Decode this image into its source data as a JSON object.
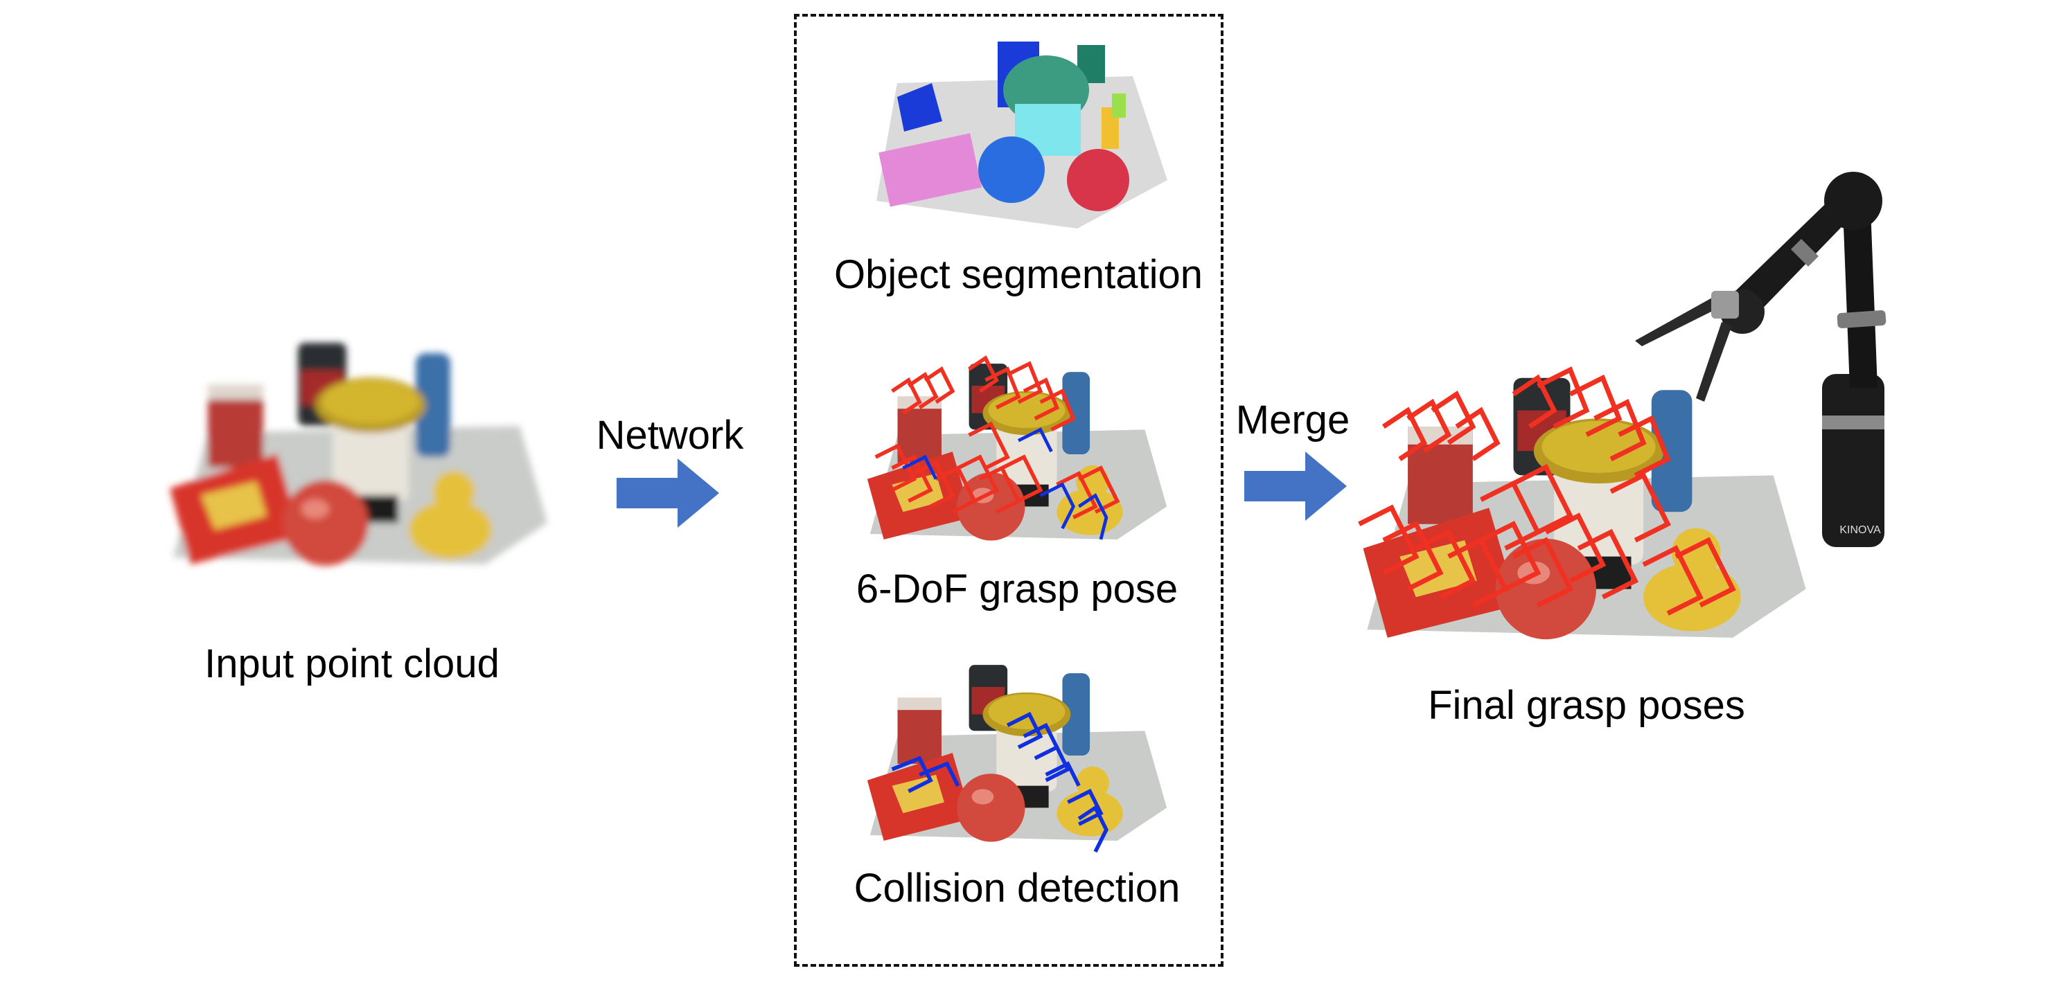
{
  "labels": {
    "input": "Input point cloud",
    "network": "Network",
    "segmentation": "Object segmentation",
    "grasp_pose": "6-DoF grasp pose",
    "collision": "Collision detection",
    "merge": "Merge",
    "final": "Final grasp poses"
  },
  "robot_badge": "KINOVA",
  "colors": {
    "arrow": "#4472C4",
    "grasp_valid": "#F03020",
    "grasp_collision": "#1030E0",
    "table": "#C9CCC9",
    "seg_table": "#DADADA"
  }
}
